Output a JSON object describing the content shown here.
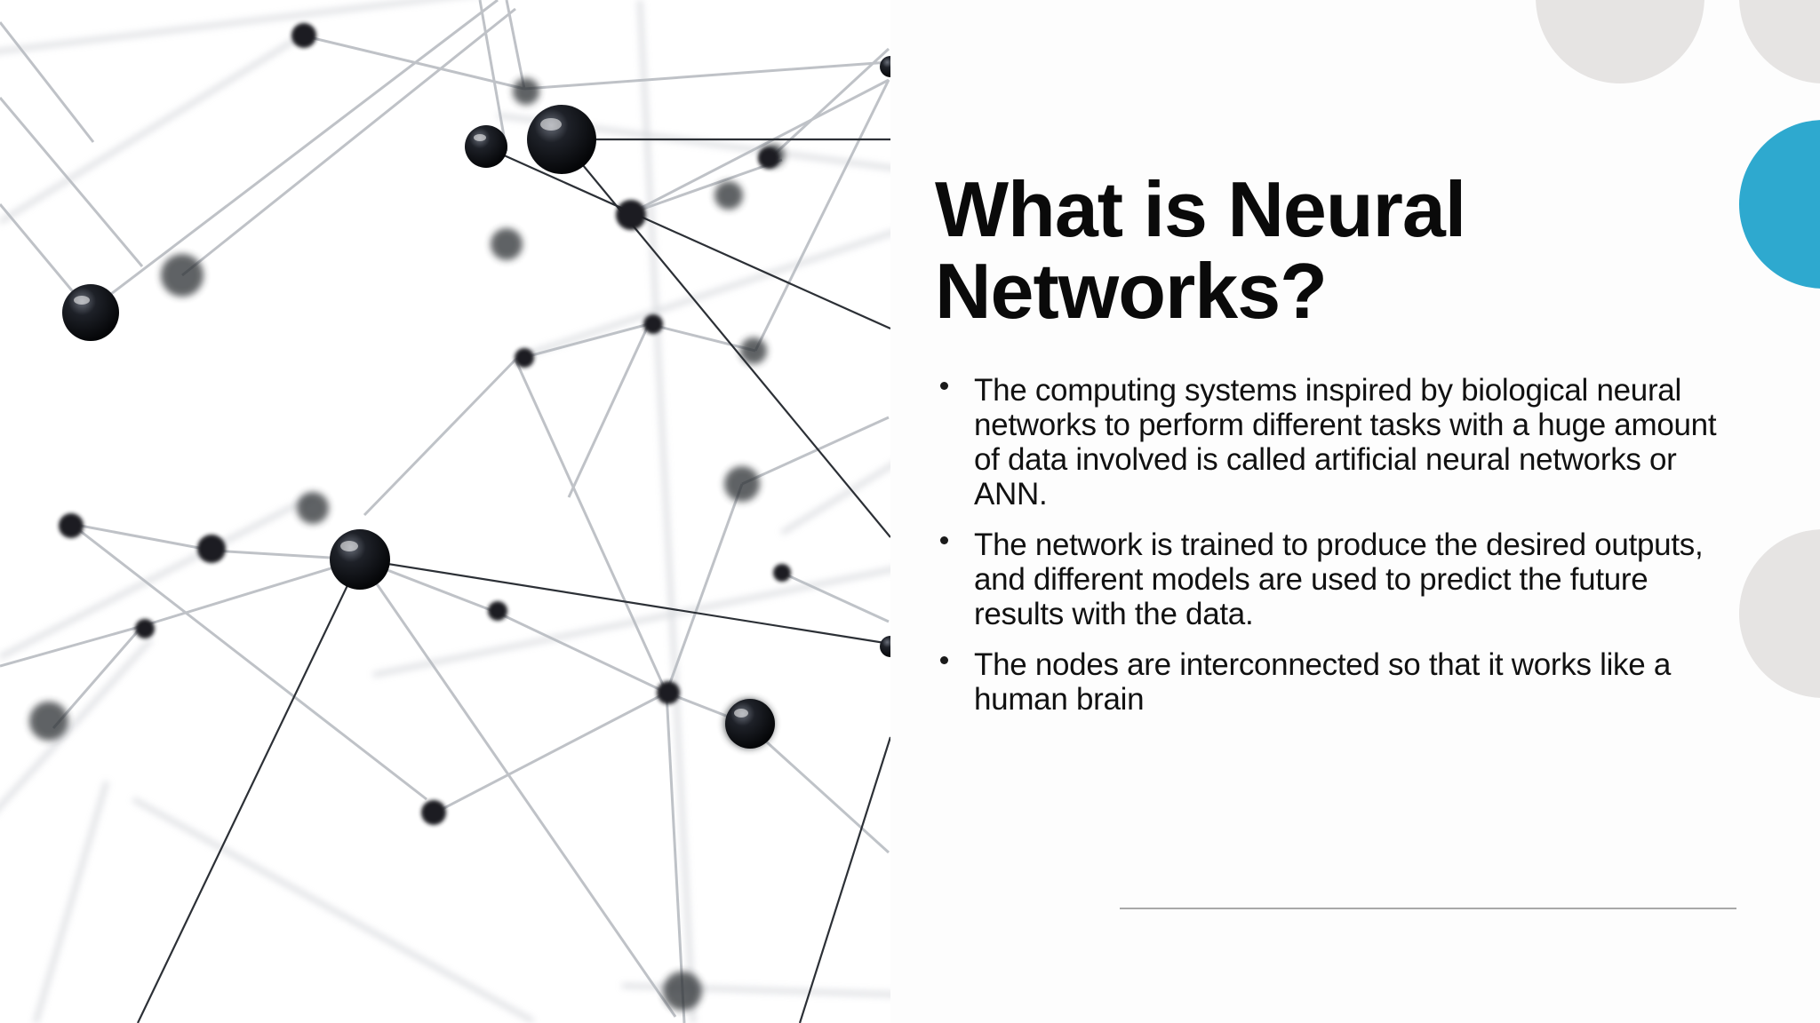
{
  "slide": {
    "title": "What is Neural Networks?",
    "bullets": [
      "The computing systems inspired by biological neural networks to perform different tasks with a huge amount of data involved is called artificial neural networks or ANN.",
      "The network is trained to produce the desired outputs, and different models are used to predict the future results with the data.",
      "The nodes are interconnected so that it works like a human brain"
    ]
  },
  "colors": {
    "accent_teal": "#2ea9cf",
    "accent_gray": "#e6e4e3",
    "node_dark": "#111318",
    "background": "#fdfdfd"
  },
  "image": {
    "subject": "neural-network-nodes-image"
  }
}
